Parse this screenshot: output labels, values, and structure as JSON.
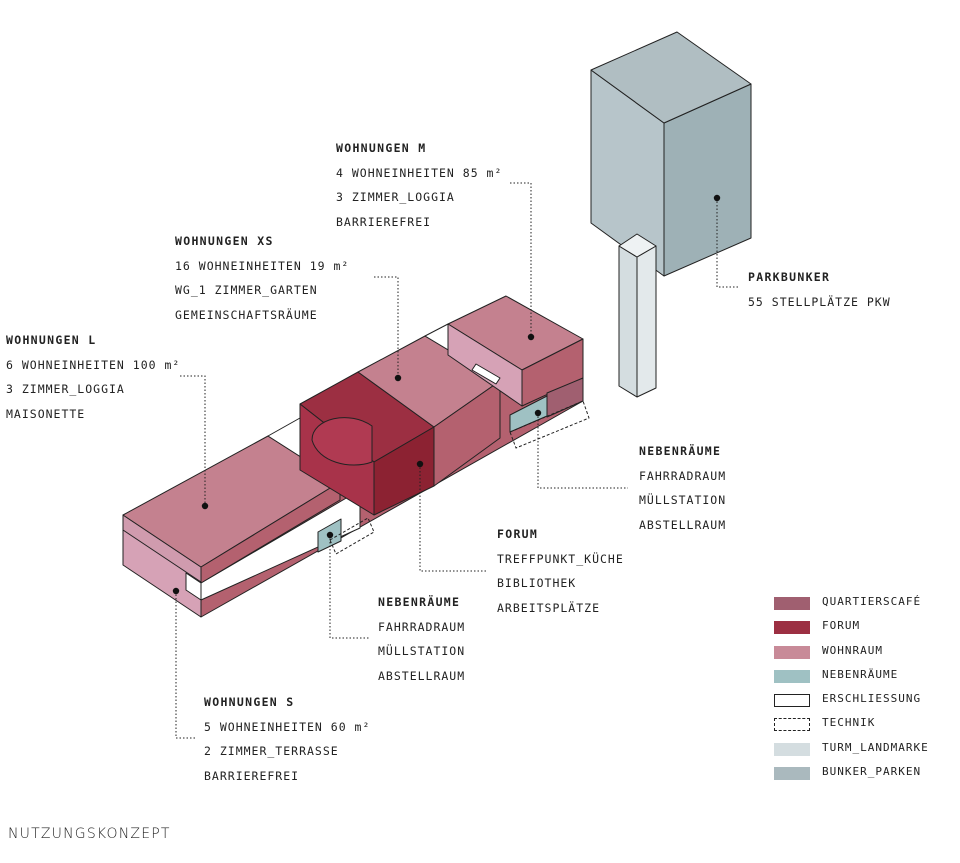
{
  "title": "NUTZUNGSKONZEPT",
  "colors": {
    "quartierscafe": "#a05f70",
    "forum": "#9c2f42",
    "forum_side": "#8c2232",
    "wohnraum_top": "#c4818f",
    "wohnraum_front": "#d6a2b6",
    "wohnraum_side": "#b4616f",
    "nebenraume": "#9fc1c3",
    "turm_top": "#e6ecee",
    "turm_front": "#d4dde0",
    "bunker_top": "#b0bec2",
    "bunker_front": "#b7c5ca",
    "bunker_side": "#9eb1b6",
    "line": "#222222"
  },
  "labels": [
    {
      "id": "wohnungen-m",
      "title": "WOHNUNGEN M",
      "lines": [
        "4 WOHNEINHEITEN 85 m²",
        "3 ZIMMER_LOGGIA",
        "BARRIEREFREI"
      ]
    },
    {
      "id": "wohnungen-xs",
      "title": "WOHNUNGEN XS",
      "lines": [
        "16 WOHNEINHEITEN 19 m²",
        "WG_1 ZIMMER_GARTEN",
        "GEMEINSCHAFTSRÄUME"
      ]
    },
    {
      "id": "wohnungen-l",
      "title": "WOHNUNGEN L",
      "lines": [
        "6 WOHNEINHEITEN 100 m²",
        "3 ZIMMER_LOGGIA",
        "MAISONETTE"
      ]
    },
    {
      "id": "parkbunker",
      "title": "PARKBUNKER",
      "lines": [
        "55 STELLPLÄTZE PKW"
      ]
    },
    {
      "id": "nebenraume-right",
      "title": "NEBENRÄUME",
      "lines": [
        "FAHRRADRAUM",
        "MÜLLSTATION",
        "ABSTELLRAUM"
      ]
    },
    {
      "id": "forum",
      "title": "FORUM",
      "lines": [
        "TREFFPUNKT_KÜCHE",
        "BIBLIOTHEK",
        "ARBEITSPLÄTZE"
      ]
    },
    {
      "id": "nebenraume-left",
      "title": "NEBENRÄUME",
      "lines": [
        "FAHRRADRAUM",
        "MÜLLSTATION",
        "ABSTELLRAUM"
      ]
    },
    {
      "id": "wohnungen-s",
      "title": "WOHNUNGEN S",
      "lines": [
        "5 WOHNEINHEITEN 60 m²",
        "2 ZIMMER_TERRASSE",
        "BARRIEREFREI"
      ]
    }
  ],
  "legend": [
    {
      "label": "QUARTIERSCAFÉ",
      "color": "#a05f70",
      "style": "fill"
    },
    {
      "label": "FORUM",
      "color": "#9c2f42",
      "style": "fill"
    },
    {
      "label": "WOHNRAUM",
      "color": "#c88a98",
      "style": "fill"
    },
    {
      "label": "NEBENRÄUME",
      "color": "#9fc1c3",
      "style": "fill"
    },
    {
      "label": "ERSCHLIESSUNG",
      "color": "#ffffff",
      "style": "outline"
    },
    {
      "label": "TECHNIK",
      "color": "#ffffff",
      "style": "dashed"
    },
    {
      "label": "TURM_LANDMARKE",
      "color": "#d4dde0",
      "style": "fill"
    },
    {
      "label": "BUNKER_PARKEN",
      "color": "#aab9be",
      "style": "fill"
    }
  ]
}
